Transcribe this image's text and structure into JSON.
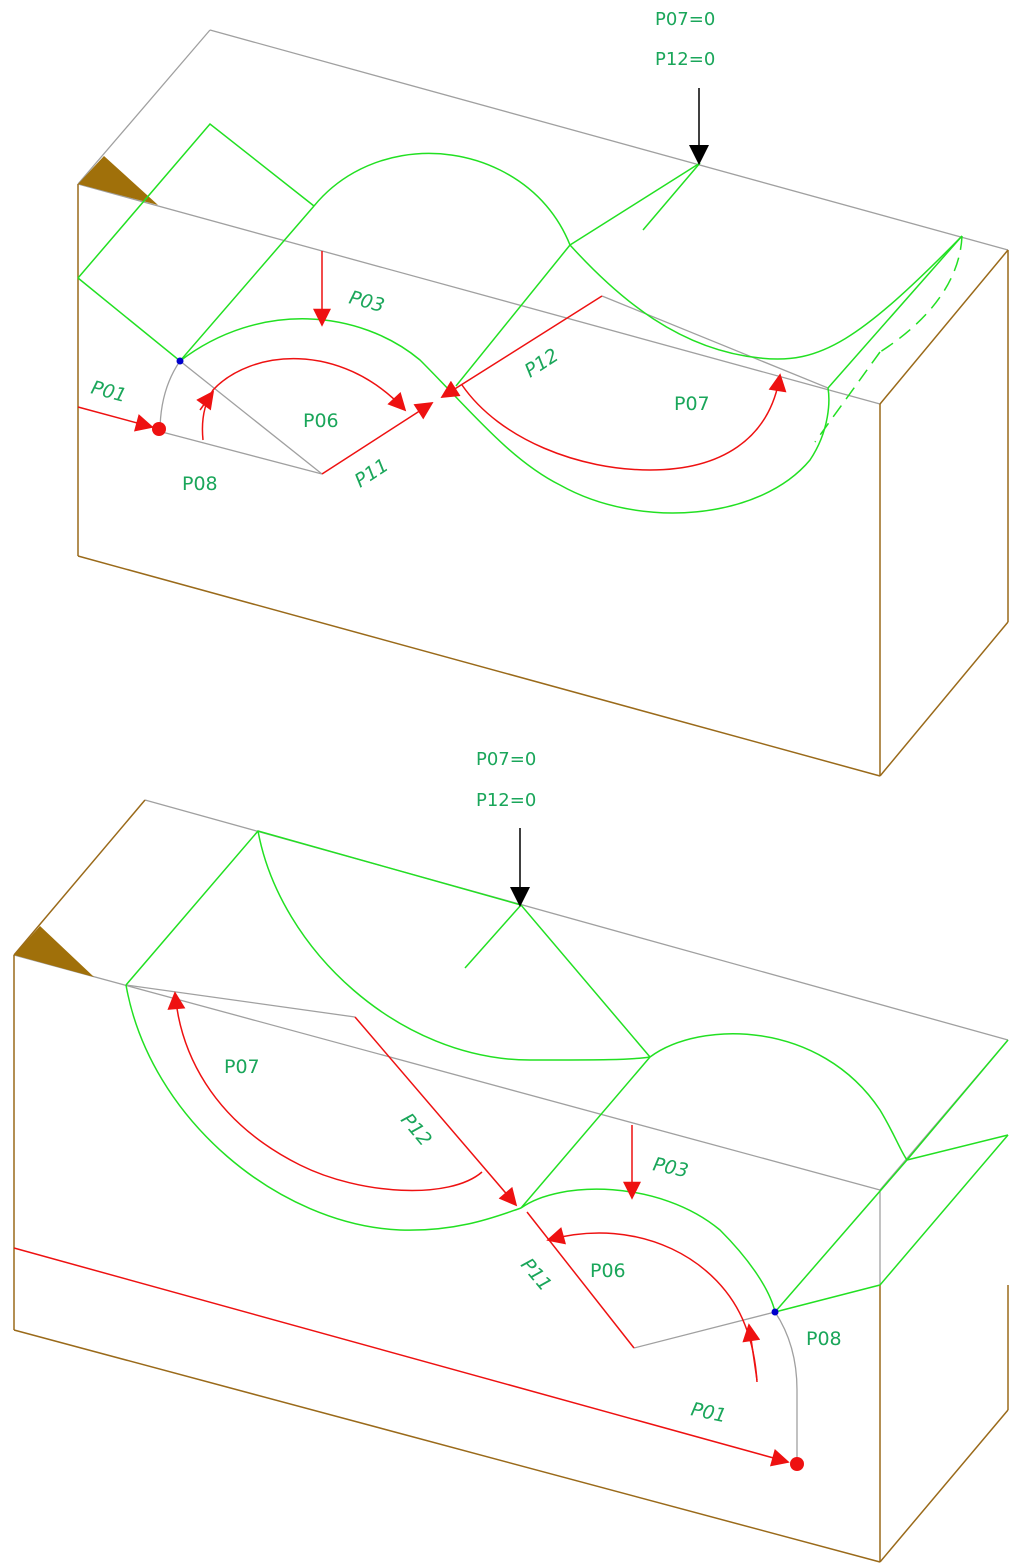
{
  "colors": {
    "box_edge": "#9a6a1a",
    "hidden_edge": "#a0a0a0",
    "contour": "#22e022",
    "toolpath": "#ee1111",
    "label": "#1aa65a",
    "marker_fill": "#a0700a",
    "point": "#0000cc",
    "arrow_black": "#000000"
  },
  "views": [
    {
      "name": "top-view",
      "header": {
        "p07": "P07=0",
        "p12": "P12=0"
      },
      "labels": {
        "p01": "P01",
        "p03": "P03",
        "p06": "P06",
        "p07": "P07",
        "p08": "P08",
        "p11": "P11",
        "p12": "P12"
      }
    },
    {
      "name": "bottom-view",
      "header": {
        "p07": "P07=0",
        "p12": "P12=0"
      },
      "labels": {
        "p01": "P01",
        "p03": "P03",
        "p06": "P06",
        "p07": "P07",
        "p08": "P08",
        "p11": "P11",
        "p12": "P12"
      }
    }
  ]
}
